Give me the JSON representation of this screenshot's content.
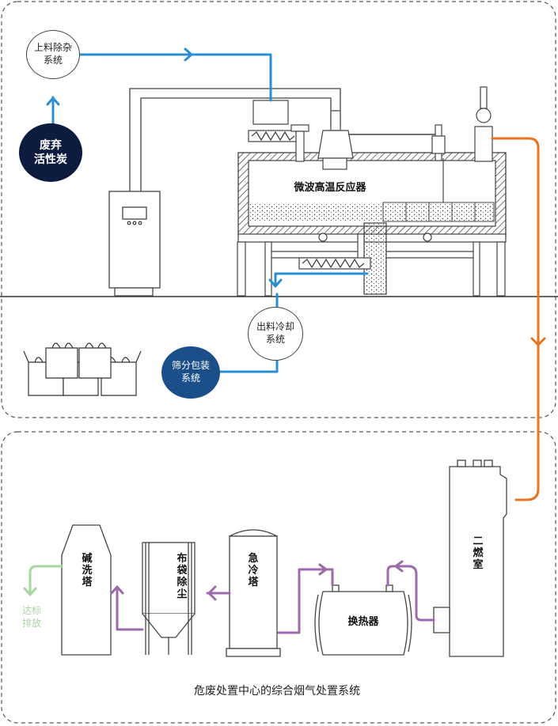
{
  "top_section": {
    "intake_system": "上料除杂系统",
    "intake_line1": "上料除杂",
    "intake_line2": "系统",
    "waste_carbon_line1": "废弃",
    "waste_carbon_line2": "活性炭",
    "reactor_label": "微波高温反应器",
    "discharge_line1": "出料冷却",
    "discharge_line2": "系统",
    "packing_line1": "筛分包装",
    "packing_line2": "系统"
  },
  "bottom_section": {
    "secondary_combustion": "二燃室",
    "heat_exchanger": "换热器",
    "quench_tower": "急冷塔",
    "baghouse": "布袋除尘",
    "alkali_scrubber": "碱洗塔",
    "discharge_line1": "达标",
    "discharge_line2": "排放",
    "caption": "危废处置中心的综合烟气处置系统"
  },
  "colors": {
    "blue_flow": "#2a8fd0",
    "orange_flow": "#e8741e",
    "purple_flow": "#9b6bab",
    "green_flow": "#a8d5a0",
    "dark_navy": "#0d1b3e",
    "dark_blue": "#1a4f8a",
    "outline": "#444444"
  },
  "icons": {
    "arrow": "chevron-arrow-icon",
    "bag": "ton-bag-icon"
  }
}
